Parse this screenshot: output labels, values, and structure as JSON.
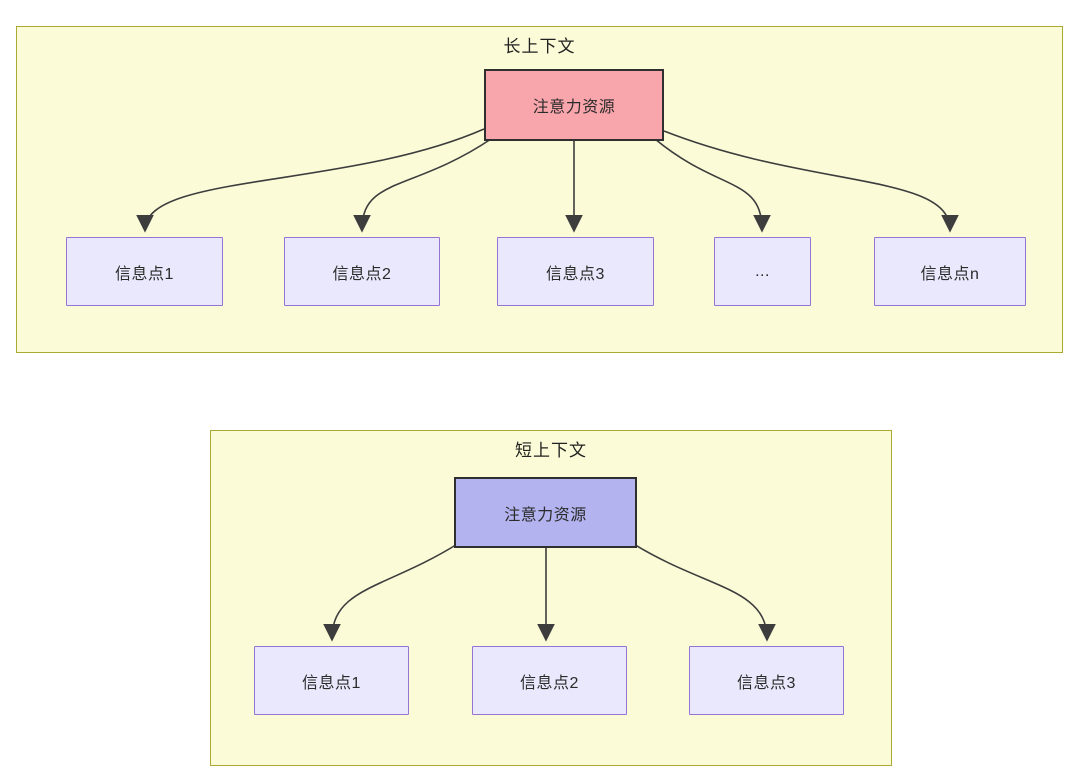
{
  "diagram": {
    "sections": [
      {
        "title": "长上下文",
        "root": {
          "label": "注意力资源",
          "fill": "#f8a5ab"
        },
        "children": [
          {
            "label": "信息点1"
          },
          {
            "label": "信息点2"
          },
          {
            "label": "信息点3"
          },
          {
            "label": "..."
          },
          {
            "label": "信息点n"
          }
        ]
      },
      {
        "title": "短上下文",
        "root": {
          "label": "注意力资源",
          "fill": "#b3b3ef"
        },
        "children": [
          {
            "label": "信息点1"
          },
          {
            "label": "信息点2"
          },
          {
            "label": "信息点3"
          }
        ]
      }
    ],
    "colors": {
      "panel_bg": "#fbfbd8",
      "panel_border": "#aaaa33",
      "child_node_bg": "#e9e8fc",
      "child_node_border": "#9674d4",
      "root_node_border": "#2f2f2f",
      "long_root_fill": "#f8a5ab",
      "short_root_fill": "#b3b3ef",
      "arrow": "#3d3d3d",
      "text": "#212121"
    }
  }
}
